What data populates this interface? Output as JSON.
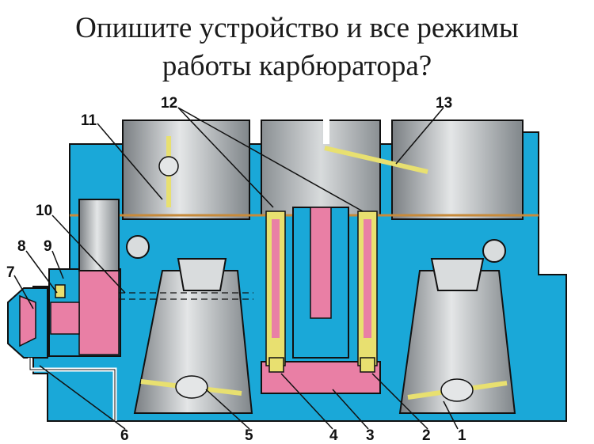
{
  "title": {
    "line1": "Опишите  устройство и все режимы",
    "line2": "работы карбюратора?"
  },
  "diagram": {
    "callouts": [
      "1",
      "2",
      "3",
      "4",
      "5",
      "6",
      "7",
      "8",
      "9",
      "10",
      "11",
      "12",
      "13"
    ]
  },
  "colors": {
    "body": "#1aa8d8",
    "dark_gray": "#6f7478",
    "light_gray": "#d9dcdd",
    "fuel": "#e97fa5",
    "brass": "#e8e070",
    "line": "#111111"
  }
}
